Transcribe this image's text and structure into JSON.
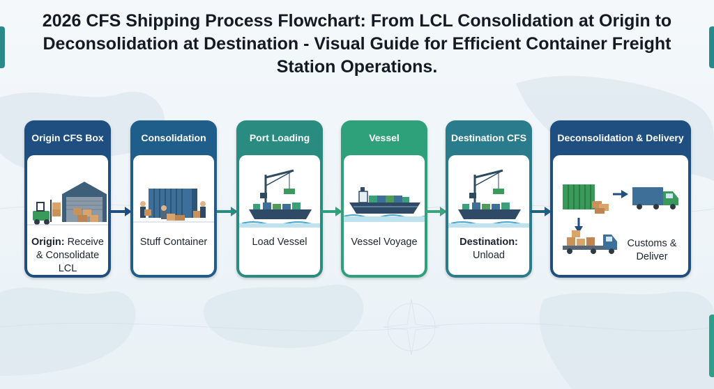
{
  "title": "2026 CFS Shipping Process Flowchart: From LCL Consolidation at Origin to Deconsolidation at Destination - Visual Guide for Efficient Container Freight Station Operations.",
  "steps": [
    {
      "header": "Origin CFS Box",
      "label_bold": "Origin:",
      "label": "Receive & Consolidate LCL",
      "color": "#1e4f80",
      "icon": "warehouse-forklift-icon"
    },
    {
      "header": "Consolidation",
      "label": "Stuff Container",
      "color": "#1f5d8a",
      "icon": "container-workers-icon"
    },
    {
      "header": "Port Loading",
      "label": "Load Vessel",
      "color": "#2a8c80",
      "icon": "crane-ship-icon"
    },
    {
      "header": "Vessel",
      "label": "Vessel Voyage",
      "color": "#2fa17a",
      "icon": "cargo-ship-icon"
    },
    {
      "header": "Destination CFS",
      "label_bold": "Destination:",
      "label": "Unload",
      "color": "#2a7c8c",
      "icon": "crane-ship-icon"
    },
    {
      "header": "Deconsolidation & Delivery",
      "label": "Customs & Deliver",
      "color": "#1e4f80",
      "icon": "container-truck-delivery-icon"
    }
  ],
  "arrow_colors": [
    "#1e4f80",
    "#2a8c80",
    "#2fa17a",
    "#3aa57c",
    "#1e5f86"
  ]
}
